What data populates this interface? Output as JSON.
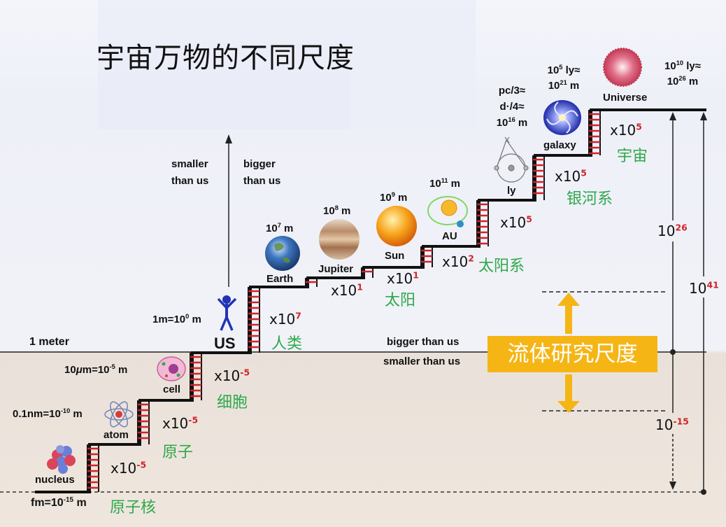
{
  "title": "宇宙万物的不同尺度",
  "axis": {
    "smaller": [
      "smaller",
      "than us"
    ],
    "bigger": [
      "bigger",
      "than us"
    ]
  },
  "meter_label": "1 meter",
  "divider": {
    "bigger": "bigger than us",
    "smaller": "smaller than us"
  },
  "fluid_box": "流体研究尺度",
  "scales": {
    "nucleus": {
      "name": "nucleus",
      "size": "fm=10",
      "exp": "-15",
      "unit": " m"
    },
    "atom": {
      "name": "atom",
      "size": "0.1nm=10",
      "exp": "-10",
      "unit": " m"
    },
    "cell": {
      "name": "cell",
      "size": "10",
      "mu": "μ",
      "size2": "m=10",
      "exp": "-5",
      "unit": " m"
    },
    "us": {
      "name": "US",
      "size": "1m=10",
      "exp": "0",
      "unit": " m"
    },
    "earth": {
      "name": "Earth",
      "size": "10",
      "exp": "7",
      "unit": " m"
    },
    "jupiter": {
      "name": "Jupiter",
      "size": "10",
      "exp": "8",
      "unit": " m"
    },
    "sun": {
      "name": "Sun",
      "size": "10",
      "exp": "9",
      "unit": " m"
    },
    "au": {
      "name": "AU",
      "size": "10",
      "exp": "11",
      "unit": " m"
    },
    "ly": {
      "name": "ly",
      "l1": "pc/3≈",
      "l2": "d·/4≈",
      "l3": "10",
      "exp": "16",
      "unit": " m"
    },
    "galaxy": {
      "name": "galaxy",
      "l1": "10",
      "exp1": "5",
      "u1": " ly≈",
      "l2": "10",
      "exp2": "21",
      "u2": " m"
    },
    "universe": {
      "name": "Universe",
      "l1": "10",
      "exp1": "10",
      "u1": " ly≈",
      "l2": "10",
      "exp2": "26",
      "u2": " m"
    }
  },
  "factors": [
    {
      "id": "f1",
      "base": "x10",
      "exp": "-5",
      "zh": "原子核"
    },
    {
      "id": "f2",
      "base": "x10",
      "exp": "-5",
      "zh": "原子"
    },
    {
      "id": "f3",
      "base": "x10",
      "exp": "-5",
      "zh": "细胞"
    },
    {
      "id": "f4",
      "base": "x10",
      "exp": "7",
      "zh": "人类"
    },
    {
      "id": "f5",
      "base": "x10",
      "exp": "1",
      "zh": ""
    },
    {
      "id": "f6",
      "base": "x10",
      "exp": "1",
      "zh": "太阳"
    },
    {
      "id": "f7",
      "base": "x10",
      "exp": "2",
      "zh": "太阳系"
    },
    {
      "id": "f8",
      "base": "x10",
      "exp": "5",
      "zh": ""
    },
    {
      "id": "f9",
      "base": "x10",
      "exp": "5",
      "zh": "银河系"
    },
    {
      "id": "f10",
      "base": "x10",
      "exp": "5",
      "zh": "宇宙"
    }
  ],
  "ranges": {
    "r26": {
      "base": "10",
      "exp": "26"
    },
    "r41": {
      "base": "10",
      "exp": "41"
    },
    "r15": {
      "base": "10",
      "exp": "-15"
    }
  },
  "colors": {
    "stair": "#111111",
    "ladder": "#d0232a",
    "zh": "#2ea84a",
    "fluid": "#f5b515",
    "exp": "#d0232a"
  }
}
